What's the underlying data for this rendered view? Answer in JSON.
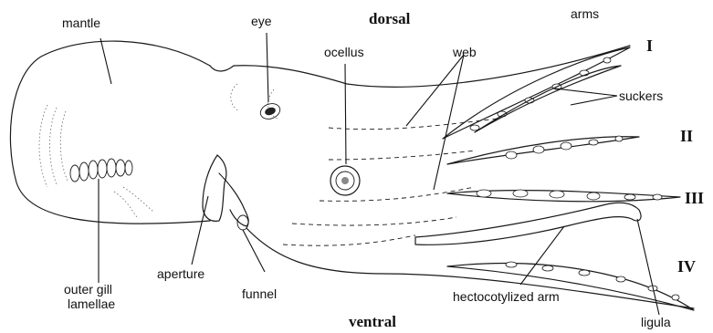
{
  "labels": {
    "mantle": "mantle",
    "eye": "eye",
    "dorsal": "dorsal",
    "arms": "arms",
    "ocellus": "ocellus",
    "web": "web",
    "suckers": "suckers",
    "outer_gill_line1": "outer gill",
    "outer_gill_line2": "lamellae",
    "aperture": "aperture",
    "funnel": "funnel",
    "ventral": "ventral",
    "hectocotylized_arm": "hectocotylized arm",
    "ligula": "ligula"
  },
  "arm_numerals": [
    "I",
    "II",
    "III",
    "IV"
  ]
}
